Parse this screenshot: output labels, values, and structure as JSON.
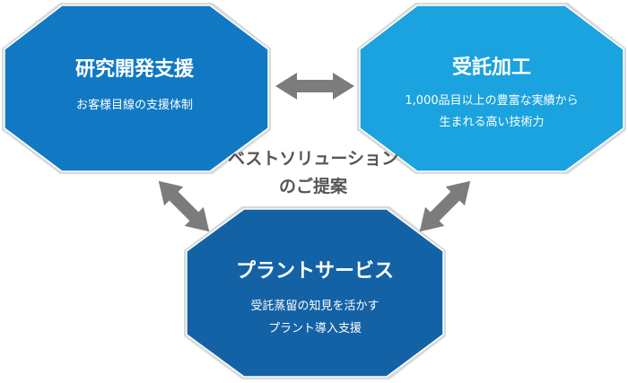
{
  "center": {
    "line1": "ベストソリューション",
    "line2": "のご提案"
  },
  "nodes": {
    "rd": {
      "title": "研究開発支援",
      "subtitle": "お客様目線の支援体制",
      "fill": "#1179c4"
    },
    "contract": {
      "title": "受託加工",
      "subtitle_line1": "1,000品目以上の豊富な実績から",
      "subtitle_line2": "生まれる高い技術力",
      "fill": "#1aa3de"
    },
    "plant": {
      "title": "プラントサービス",
      "subtitle_line1": "受託蒸留の知見を活かす",
      "subtitle_line2": "プラント導入支援",
      "fill": "#1462a6"
    }
  },
  "colors": {
    "arrow": "#7c7c7c",
    "hex_shadow": "#d9d9d9",
    "text_dark": "#555555"
  }
}
